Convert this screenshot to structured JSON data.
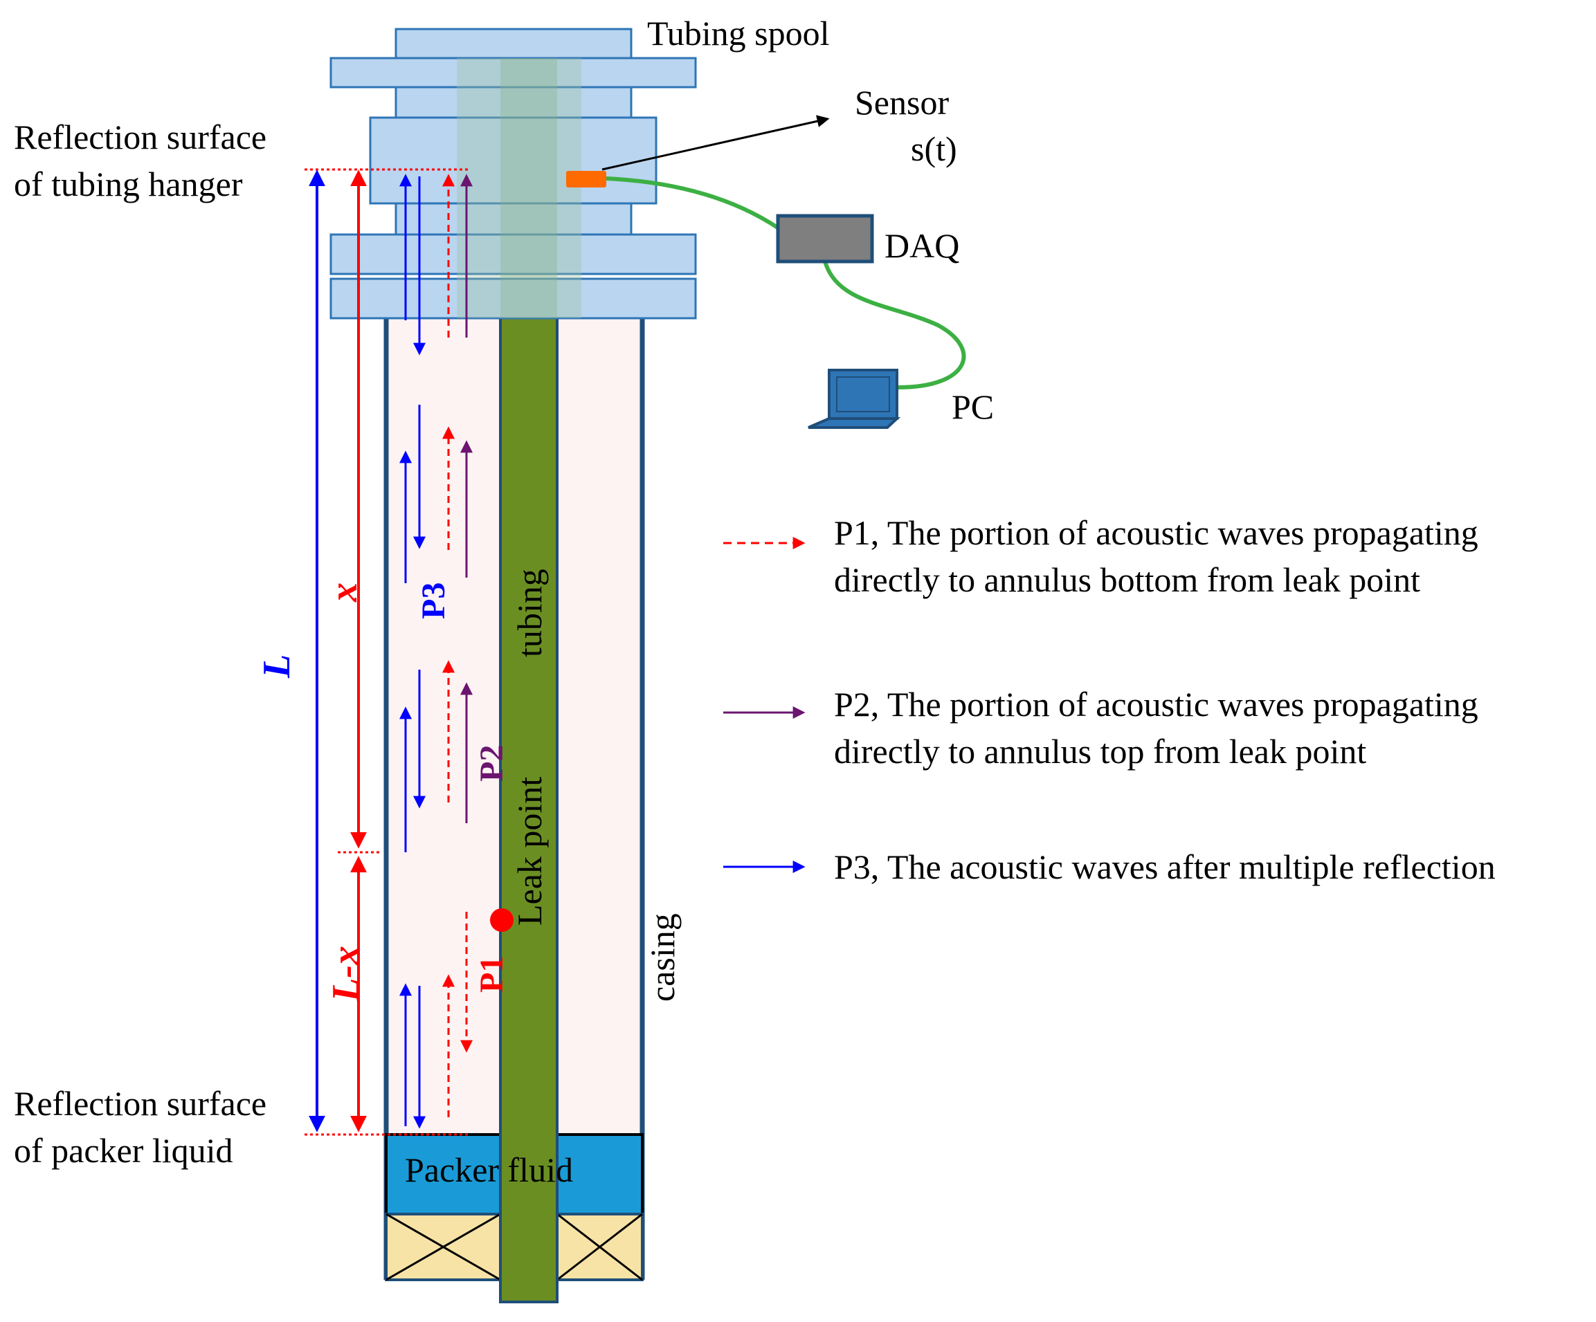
{
  "labels": {
    "tubing_spool": "Tubing spool",
    "sensor_line1": "Sensor",
    "sensor_line2": "s(t)",
    "daq": "DAQ",
    "pc": "PC",
    "hanger_line1": "Reflection  surface",
    "hanger_line2": "of tubing hanger",
    "packer_line1": "Reflection  surface",
    "packer_line2": "of packer liquid",
    "packer_fluid": "Packer  fluid",
    "tubing": "tubing",
    "leak_point": "Leak point",
    "casing": "casing",
    "dim_L": "L",
    "dim_x": "x",
    "dim_Lx": "L-x",
    "p1": "P1",
    "p2": "P2",
    "p3": "P3"
  },
  "legend": [
    {
      "key": "P1",
      "line1": "P1, The portion of acoustic waves propagating",
      "line2": "directly to annulus bottom  from leak point",
      "color": "#ff0000",
      "style": "dashed"
    },
    {
      "key": "P2",
      "line1": "P2, The portion  of acoustic waves propagating",
      "line2": "directly to annulus top  from leak point",
      "color": "#6b1470",
      "style": "solid"
    },
    {
      "key": "P3",
      "line1": "P3, The acoustic waves after multiple reflection",
      "line2": "",
      "color": "#0000ff",
      "style": "solid"
    }
  ],
  "colors": {
    "p1": "#ff0000",
    "p2": "#6b1470",
    "p3": "#0000ff",
    "tubing": "#6b8e23",
    "packer_fluid": "#1a9bd7",
    "annulus": "#fdf3f3",
    "spool": "#b9d5f0",
    "cable": "#3cb043"
  }
}
